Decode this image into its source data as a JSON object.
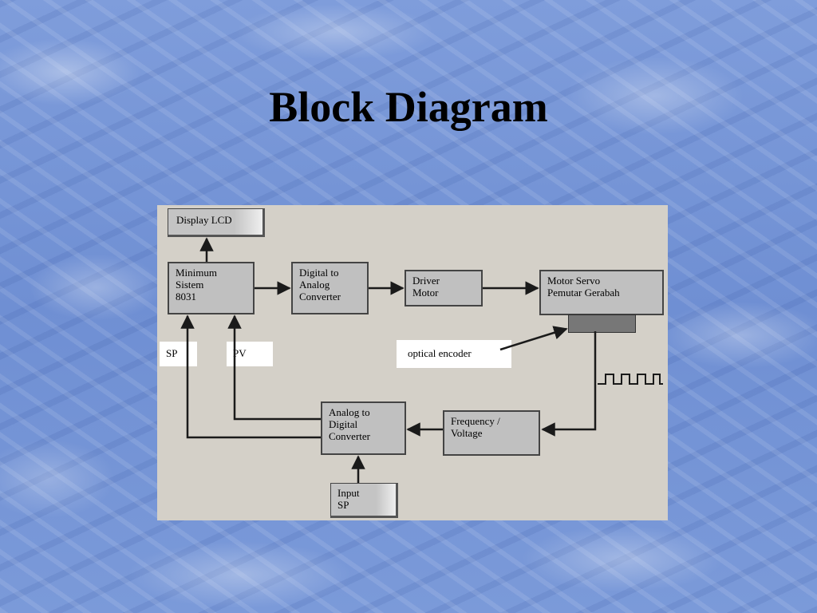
{
  "slide": {
    "title": "Block Diagram"
  },
  "diagram": {
    "blocks": {
      "display_lcd": "Display LCD",
      "minimum_sistem": "Minimum\nSistem\n8031",
      "dac": "Digital to\nAnalog\nConverter",
      "driver_motor": "Driver\nMotor",
      "motor_servo": "Motor Servo\nPemutar Gerabah",
      "adc": "Analog to\nDigital\nConverter",
      "freq_voltage": "Frequency /\nVoltage",
      "input_sp": "Input\nSP"
    },
    "labels": {
      "sp": "SP",
      "pv": "PV",
      "optical_encoder": "optical encoder"
    },
    "colors": {
      "panel": "#d4d0c8",
      "block": "#c0c0c0",
      "line": "#1a1a1a"
    }
  }
}
